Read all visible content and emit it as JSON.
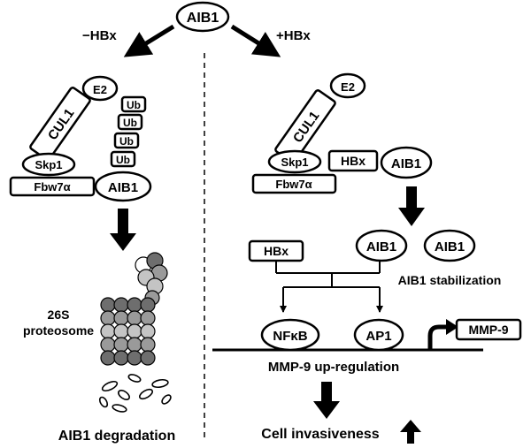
{
  "top_node": "AIB1",
  "left": {
    "condition": "−HBx",
    "e2": "E2",
    "cul1": "CUL1",
    "ub": [
      "Ub",
      "Ub",
      "Ub",
      "Ub"
    ],
    "skp1": "Skp1",
    "fbw7a": "Fbw7α",
    "aib1": "AIB1",
    "proteasome_line1": "26S",
    "proteasome_line2": "proteosome",
    "outcome": "AIB1 degradation"
  },
  "right": {
    "condition": "+HBx",
    "e2": "E2",
    "cul1": "CUL1",
    "skp1": "Skp1",
    "hbx_complex": "HBx",
    "aib1_complex": "AIB1",
    "fbw7a": "Fbw7α",
    "hbx_free": "HBx",
    "aib1_free_1": "AIB1",
    "aib1_free_2": "AIB1",
    "stabilization": "AIB1 stabilization",
    "nfkb": "NFκB",
    "ap1": "AP1",
    "mmp9": "MMP-9",
    "upregulation": "MMP-9 up-regulation",
    "outcome": "Cell invasiveness"
  },
  "colors": {
    "stroke": "#000000",
    "proteasome_dark": "#6e6e6e",
    "proteasome_mid": "#9a9a9a",
    "proteasome_light": "#c4c4c4",
    "proteasome_white": "#ffffff"
  }
}
